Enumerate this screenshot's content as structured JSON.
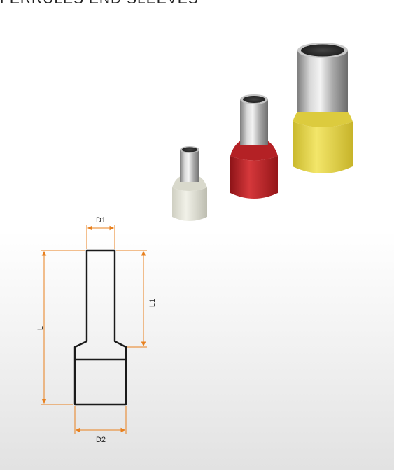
{
  "title": "FERRULES END SLEEVES",
  "dimensions": {
    "d1": "D1",
    "d2": "D2",
    "l": "L",
    "l1": "L1"
  },
  "products": [
    {
      "name": "white-ferrule",
      "insulation_color": "#e6e6da"
    },
    {
      "name": "red-ferrule",
      "insulation_color": "#c0262a"
    },
    {
      "name": "yellow-ferrule",
      "insulation_color": "#e8d84a"
    }
  ],
  "colors": {
    "dimension_line": "#e8801e",
    "outline": "#1a1a1a"
  }
}
